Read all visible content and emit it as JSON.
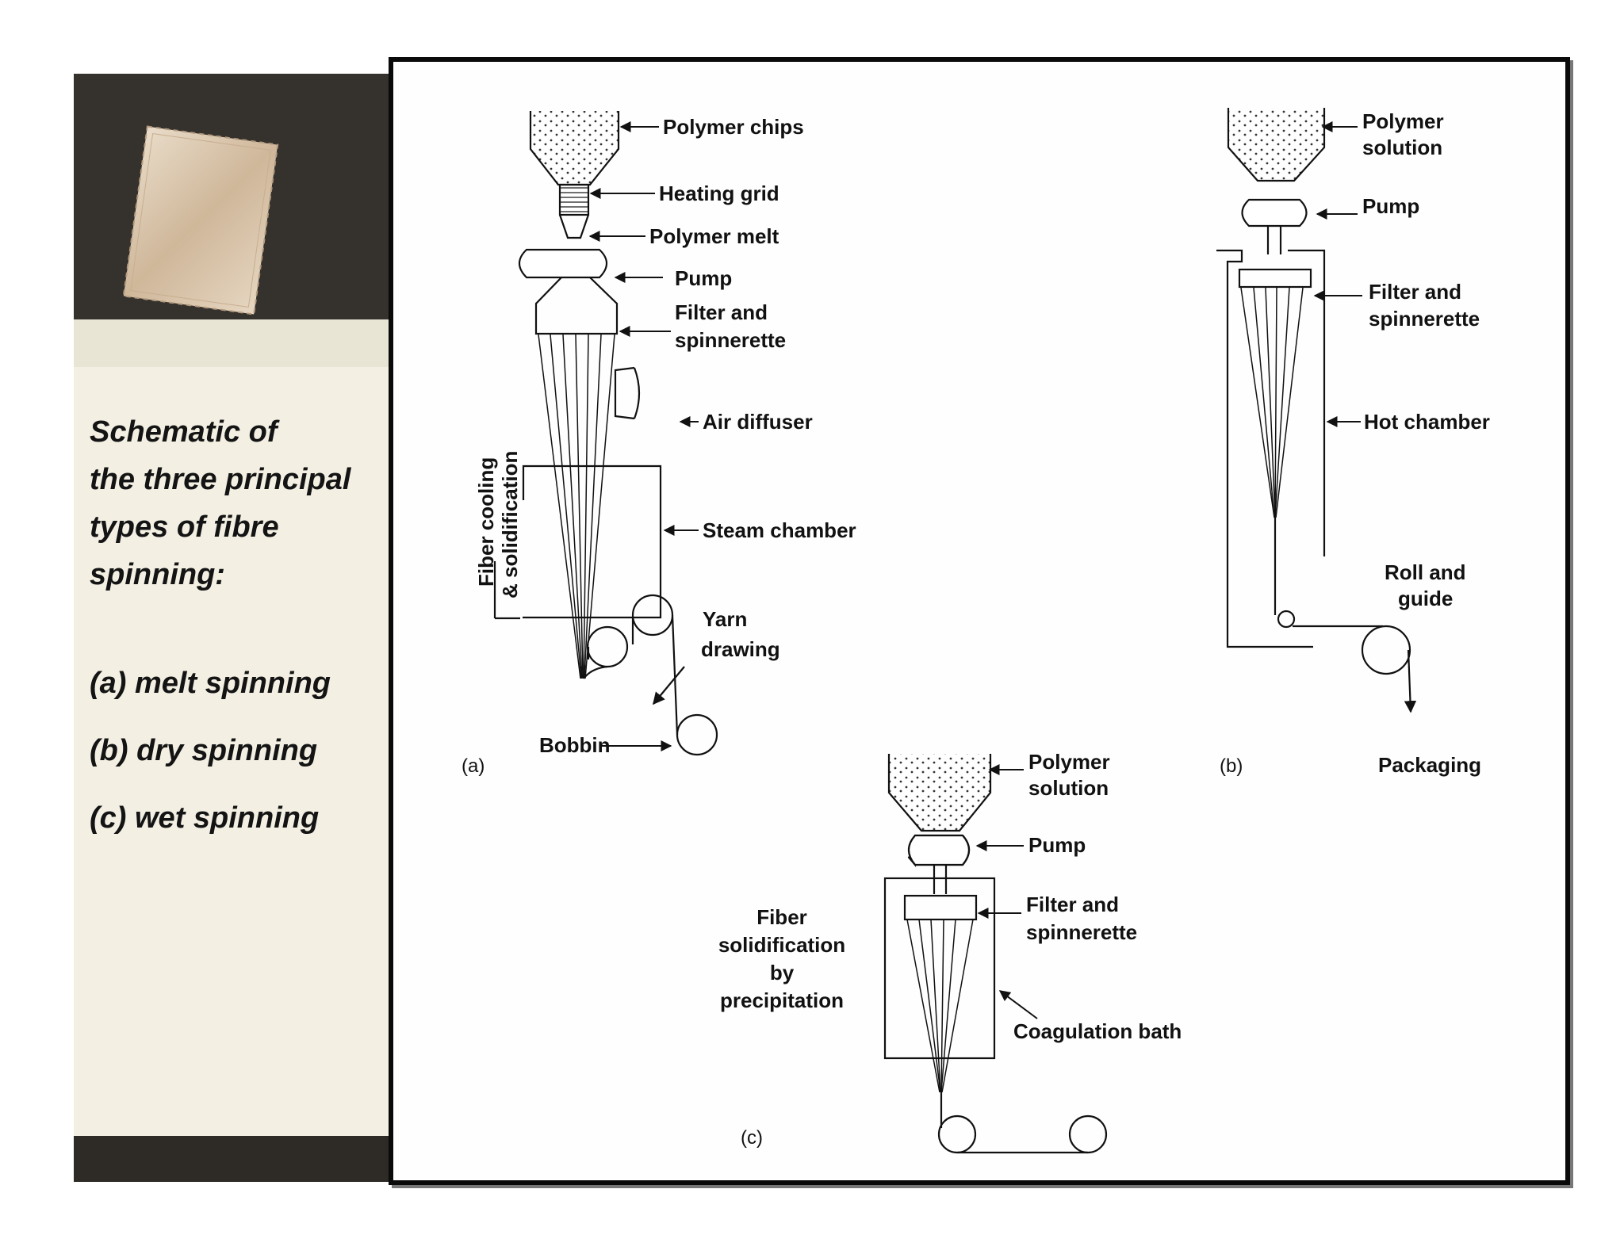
{
  "side_panel": {
    "title_lines": [
      "Schematic of",
      "the three principal",
      "types of fibre",
      "spinning:"
    ],
    "items": [
      "(a) melt spinning",
      "(b) dry spinning",
      "(c) wet spinning"
    ]
  },
  "diagram_a": {
    "tag": "(a)",
    "polymer_chips": "Polymer chips",
    "heating_grid": "Heating grid",
    "polymer_melt": "Polymer melt",
    "pump": "Pump",
    "filter_1": "Filter and",
    "filter_2": "spinnerette",
    "air_diffuser": "Air diffuser",
    "steam_chamber": "Steam chamber",
    "cooling_1": "Fiber cooling",
    "cooling_2": "& solidification",
    "yarn_1": "Yarn",
    "yarn_2": "drawing",
    "bobbin": "Bobbin"
  },
  "diagram_b": {
    "tag": "(b)",
    "solution_1": "Polymer",
    "solution_2": "solution",
    "pump": "Pump",
    "filter_1": "Filter and",
    "filter_2": "spinnerette",
    "hot_chamber": "Hot chamber",
    "roll_1": "Roll and",
    "roll_2": "guide",
    "packaging": "Packaging"
  },
  "diagram_c": {
    "tag": "(c)",
    "solution_1": "Polymer",
    "solution_2": "solution",
    "pump": "Pump",
    "filter_1": "Filter and",
    "filter_2": "spinnerette",
    "fiber_1": "Fiber",
    "fiber_2": "solidification",
    "fiber_3": "by",
    "fiber_4": "precipitation",
    "coagulation": "Coagulation bath"
  }
}
